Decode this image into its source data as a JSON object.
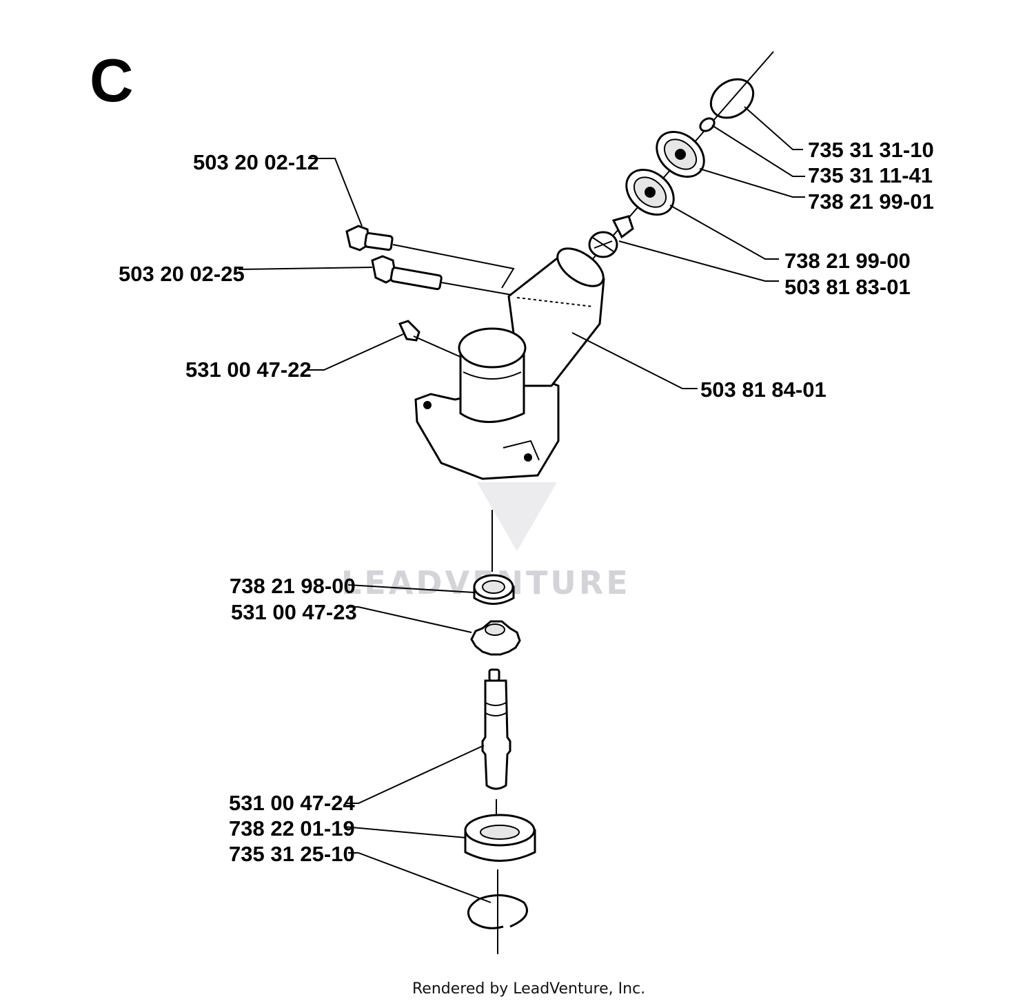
{
  "section_letter": "C",
  "part_numbers": {
    "p503200212": "503 20 02-12",
    "p503200225": "503 20 02-25",
    "p531004722": "531 00 47-22",
    "p735313110": "735 31 31-10",
    "p735311141": "735 31 11-41",
    "p738219901": "738 21 99-01",
    "p738219900": "738 21 99-00",
    "p503818301": "503 81 83-01",
    "p503818401": "503 81 84-01",
    "p738219800": "738 21 98-00",
    "p531004723": "531 00 47-23",
    "p531004724": "531 00 47-24",
    "p738220119": "738 22 01-19",
    "p735312510": "735 31 25-10"
  },
  "watermark": "LEADVENTURE",
  "footer": "Rendered by LeadVenture, Inc."
}
